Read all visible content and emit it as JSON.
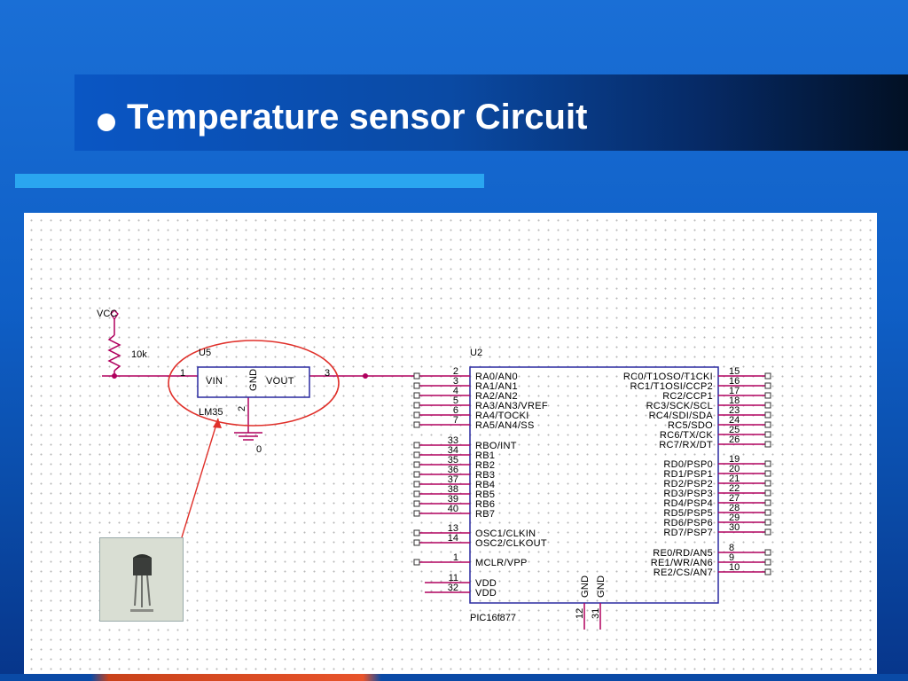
{
  "slide": {
    "bullet": "●",
    "title": "Temperature sensor Circuit"
  },
  "schematic": {
    "vcc": "VCC",
    "resistor": "10k",
    "sensor": {
      "ref": "U5",
      "part": "LM35",
      "pins": {
        "vin": "VIN",
        "gnd": "GND",
        "vout": "VOUT",
        "vin_num": "1",
        "gnd_num": "2",
        "vout_num": "3"
      },
      "ground": "0"
    },
    "mcu": {
      "ref": "U2",
      "part": "PIC16f877",
      "left_pins": [
        {
          "num": "2",
          "name": "RA0/AN0"
        },
        {
          "num": "3",
          "name": "RA1/AN1"
        },
        {
          "num": "4",
          "name": "RA2/AN2"
        },
        {
          "num": "5",
          "name": "RA3/AN3/VREF"
        },
        {
          "num": "6",
          "name": "RA4/TOCKI"
        },
        {
          "num": "7",
          "name": "RA5/AN4/SS"
        },
        {
          "num": "33",
          "name": "RBO/INT"
        },
        {
          "num": "34",
          "name": "RB1"
        },
        {
          "num": "35",
          "name": "RB2"
        },
        {
          "num": "36",
          "name": "RB3"
        },
        {
          "num": "37",
          "name": "RB4"
        },
        {
          "num": "38",
          "name": "RB5"
        },
        {
          "num": "39",
          "name": "RB6"
        },
        {
          "num": "40",
          "name": "RB7"
        },
        {
          "num": "13",
          "name": "OSC1/CLKIN"
        },
        {
          "num": "14",
          "name": "OSC2/CLKOUT"
        },
        {
          "num": "1",
          "name": "MCLR/VPP"
        },
        {
          "num": "11",
          "name": "VDD"
        },
        {
          "num": "32",
          "name": "VDD"
        }
      ],
      "right_pins": [
        {
          "num": "15",
          "name": "RC0/T1OSO/T1CKI"
        },
        {
          "num": "16",
          "name": "RC1/T1OSI/CCP2"
        },
        {
          "num": "17",
          "name": "RC2/CCP1"
        },
        {
          "num": "18",
          "name": "RC3/SCK/SCL"
        },
        {
          "num": "23",
          "name": "RC4/SDI/SDA"
        },
        {
          "num": "24",
          "name": "RC5/SDO"
        },
        {
          "num": "25",
          "name": "RC6/TX/CK"
        },
        {
          "num": "26",
          "name": "RC7/RX/DT"
        },
        {
          "num": "19",
          "name": "RD0/PSP0"
        },
        {
          "num": "20",
          "name": "RD1/PSP1"
        },
        {
          "num": "21",
          "name": "RD2/PSP2"
        },
        {
          "num": "22",
          "name": "RD3/PSP3"
        },
        {
          "num": "27",
          "name": "RD4/PSP4"
        },
        {
          "num": "28",
          "name": "RD5/PSP5"
        },
        {
          "num": "29",
          "name": "RD6/PSP6"
        },
        {
          "num": "30",
          "name": "RD7/PSP7"
        },
        {
          "num": "8",
          "name": "RE0/RD/AN5"
        },
        {
          "num": "9",
          "name": "RE1/WR/AN6"
        },
        {
          "num": "10",
          "name": "RE2/CS/AN7"
        }
      ],
      "bottom_pins": [
        {
          "num": "12",
          "name": "GND"
        },
        {
          "num": "31",
          "name": "GND"
        }
      ]
    }
  }
}
